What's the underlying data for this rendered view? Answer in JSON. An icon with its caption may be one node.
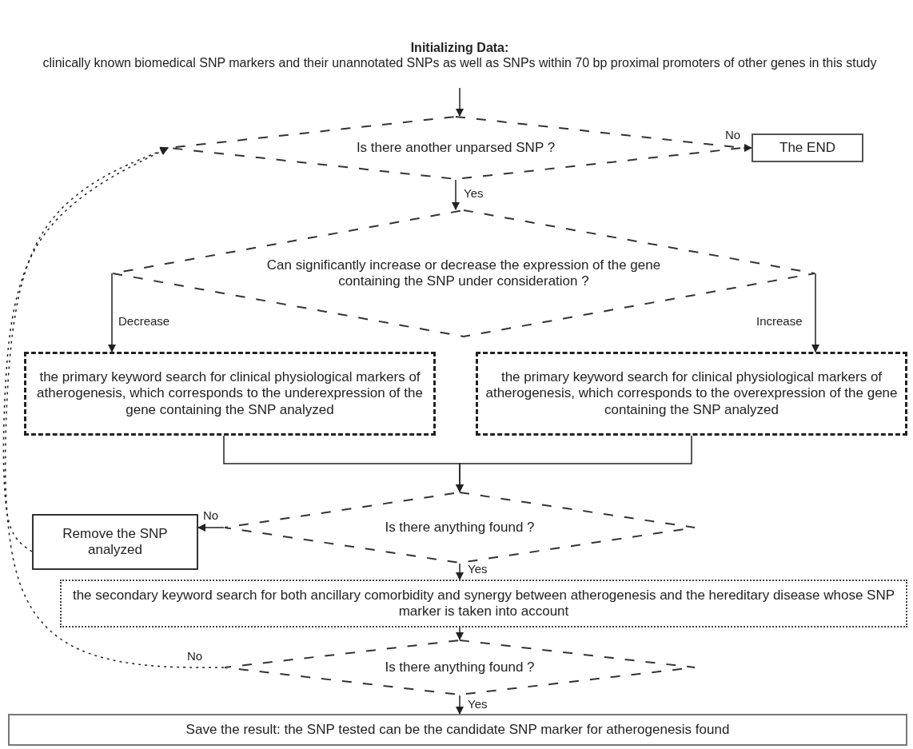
{
  "diagram": {
    "nodes": [
      {
        "text": [
          "Initializing Data:",
          "clinically known biomedical SNP markers and their unannotated SNPs as well as SNPs within 70 bp proximal promoters of other genes in this study"
        ]
      },
      {
        "text": [
          "Is there another unparsed SNP ?"
        ]
      },
      {
        "text": [
          "The END"
        ]
      },
      {
        "text": [
          "Can significantly increase or decrease the expression of the gene containing the SNP under consideration ?"
        ]
      },
      {
        "text": [
          "the primary keyword search for clinical physiological markers of atherogenesis, which corresponds to the underexpression of the gene containing the SNP analyzed"
        ]
      },
      {
        "text": [
          "the primary keyword search for clinical physiological markers of atherogenesis, which corresponds to the overexpression of the gene containing the SNP analyzed"
        ]
      },
      {
        "text": [
          "Is there anything found ?"
        ]
      },
      {
        "text": [
          "Remove the SNP analyzed"
        ]
      },
      {
        "text": [
          "the secondary keyword search for both ancillary comorbidity and synergy between atherogenesis and the hereditary disease whose SNP marker is taken into account"
        ]
      },
      {
        "text": [
          "Is there anything found ?"
        ]
      },
      {
        "text": [
          "Save the result: the SNP tested can be the candidate SNP marker for atherogenesis found"
        ]
      }
    ],
    "edges": [
      {
        "from": 0,
        "to": 1,
        "arrow": "to"
      },
      {
        "from": 1,
        "to": 2,
        "arrow": "to",
        "label": "No"
      },
      {
        "from": 1,
        "to": 3,
        "arrow": "to",
        "label": "Yes"
      },
      {
        "from": 3,
        "to": 4,
        "arrow": "to",
        "label": "Decrease"
      },
      {
        "from": 3,
        "to": 5,
        "arrow": "to",
        "label": "Increase"
      },
      {
        "from": 4,
        "to": 6,
        "arrow": "to"
      },
      {
        "from": 5,
        "to": 6,
        "arrow": "to"
      },
      {
        "from": 6,
        "to": 7,
        "arrow": "to",
        "label": "No"
      },
      {
        "from": 6,
        "to": 8,
        "arrow": "to",
        "label": "Yes"
      },
      {
        "from": 8,
        "to": 9,
        "arrow": "to"
      },
      {
        "from": 9,
        "to": 10,
        "arrow": "to",
        "label": "Yes"
      },
      {
        "from": 9,
        "to": 1,
        "arrow": "to",
        "label": "No",
        "style": "dashed"
      },
      {
        "from": 7,
        "to": 1,
        "arrow": "to",
        "style": "dashed"
      }
    ]
  }
}
